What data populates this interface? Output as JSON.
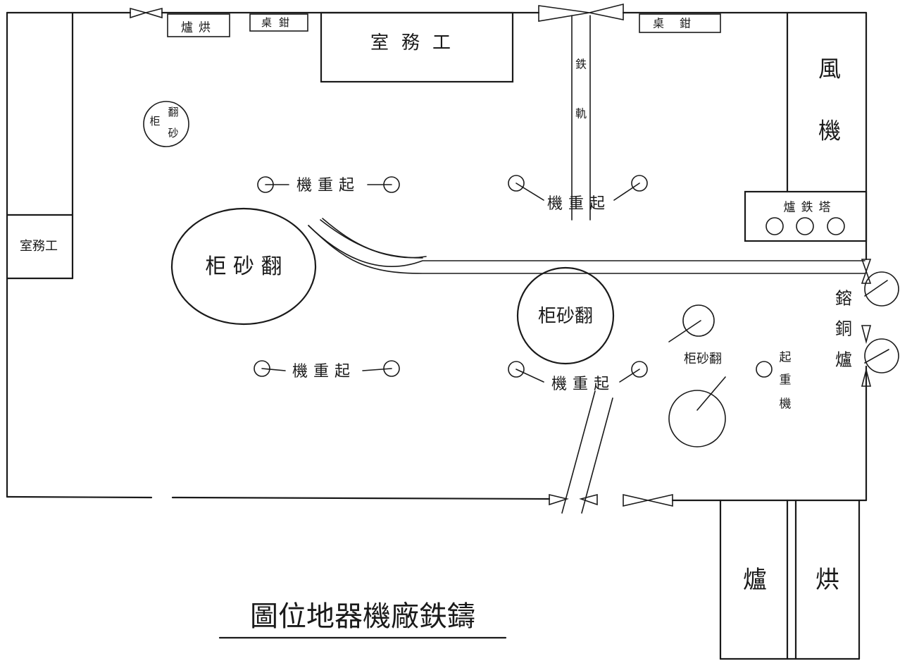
{
  "title": "圖位地器機廠鉄鑄",
  "workshop_left": "室務工",
  "workshop_top": "室務工",
  "oven_small": "爐烘",
  "pliers_1": "桌鉗",
  "pliers_2": "桌鉗",
  "rail_track": [
    "鉄",
    "軌"
  ],
  "blower_room": [
    "風",
    "機"
  ],
  "tower_furnace": "爐鉄塔",
  "copper_furnace": [
    "鎔",
    "銅",
    "爐"
  ],
  "sand_box_small": [
    "翻",
    "柜",
    "砂"
  ],
  "sand_box_large_left": "柜 砂 翻",
  "sand_box_center": "柜砂翻",
  "sand_box_right": "柜砂翻",
  "crane_labels": [
    "機重起",
    "機重起",
    "機重起",
    "機重起"
  ],
  "crane_vertical": [
    "起",
    "重",
    "機"
  ],
  "oven_bottom": [
    "爐",
    "烘"
  ]
}
